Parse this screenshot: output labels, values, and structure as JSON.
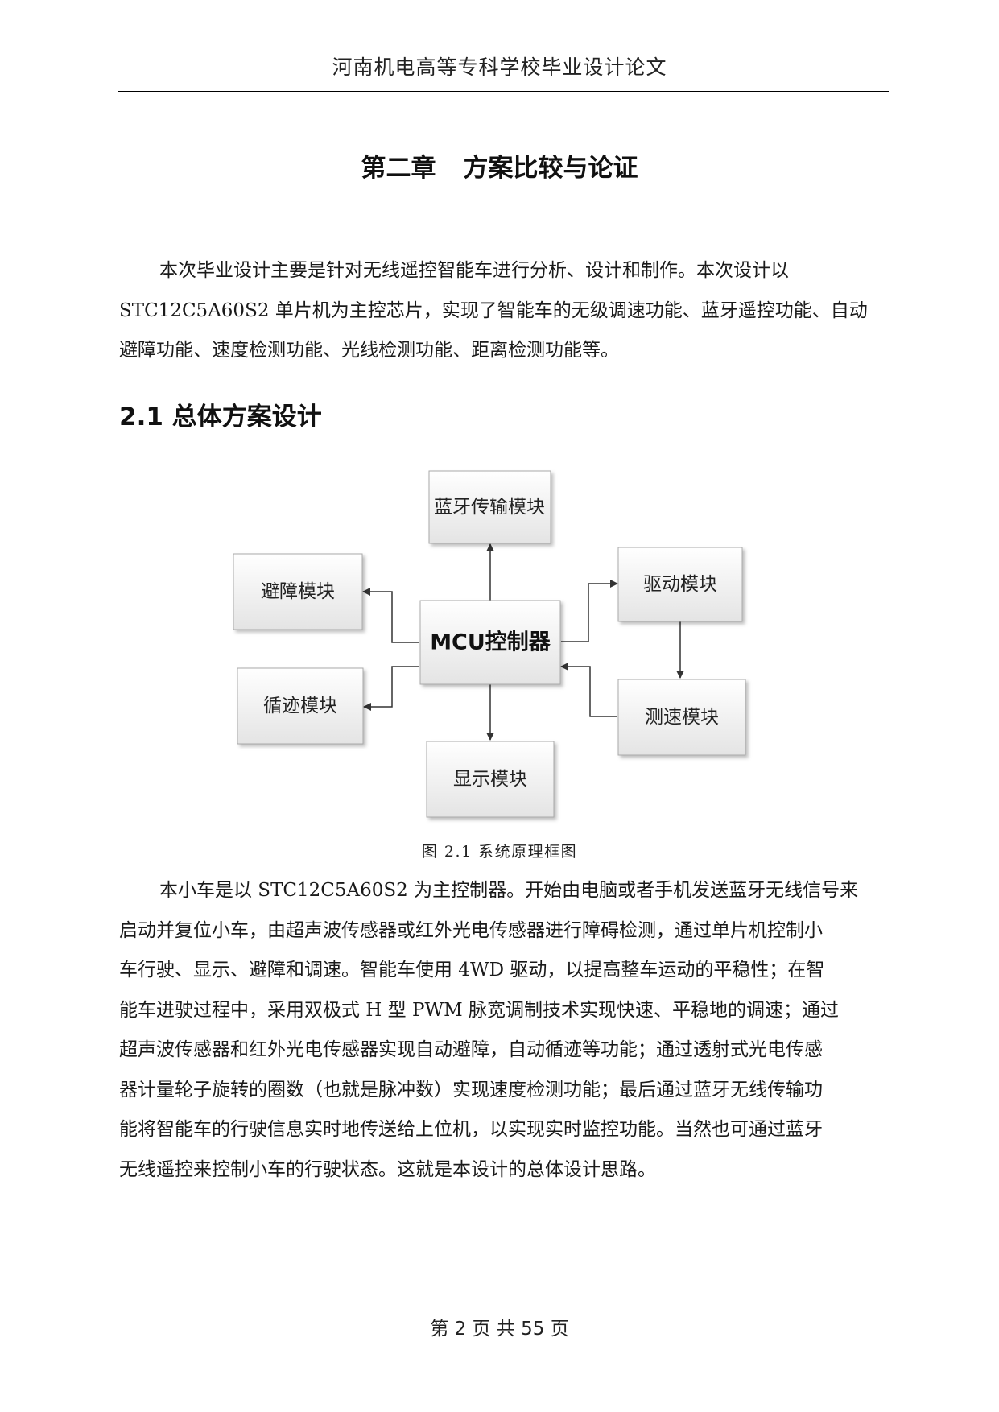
{
  "header": {
    "title": "河南机电高等专科学校毕业设计论文"
  },
  "chapter": {
    "number": "第二章",
    "title": "方案比较与论证"
  },
  "intro_lines": [
    "本次毕业设计主要是针对无线遥控智能车进行分析、设计和制作。本次设计以",
    "STC12C5A60S2 单片机为主控芯片，实现了智能车的无级调速功能、蓝牙遥控功能、自动",
    "避障功能、速度检测功能、光线检测功能、距离检测功能等。"
  ],
  "section": {
    "title": "2.1 总体方案设计"
  },
  "diagram": {
    "center": "MCU控制器",
    "blocks": {
      "bluetooth": "蓝牙传输模块",
      "avoid": "避障模块",
      "drive": "驱动模块",
      "track": "循迹模块",
      "speed": "测速模块",
      "display": "显示模块"
    }
  },
  "caption": "图 2.1 系统原理框图",
  "body_lines": [
    "本小车是以 STC12C5A60S2 为主控制器。开始由电脑或者手机发送蓝牙无线信号来",
    "启动并复位小车，由超声波传感器或红外光电传感器进行障碍检测，通过单片机控制小",
    "车行驶、显示、避障和调速。智能车使用 4WD 驱动，以提高整车运动的平稳性；在智",
    "能车进驶过程中，采用双极式 H 型 PWM 脉宽调制技术实现快速、平稳地的调速；通过",
    "超声波传感器和红外光电传感器实现自动避障，自动循迹等功能；通过透射式光电传感",
    "器计量轮子旋转的圈数（也就是脉冲数）实现速度检测功能；最后通过蓝牙无线传输功",
    "能将智能车的行驶信息实时地传送给上位机，以实现实时监控功能。当然也可通过蓝牙",
    "无线遥控来控制小车的行驶状态。这就是本设计的总体设计思路。"
  ],
  "footer": {
    "prefix": "第",
    "page": "2",
    "middle": "页 共",
    "total": "55",
    "suffix": "页"
  }
}
